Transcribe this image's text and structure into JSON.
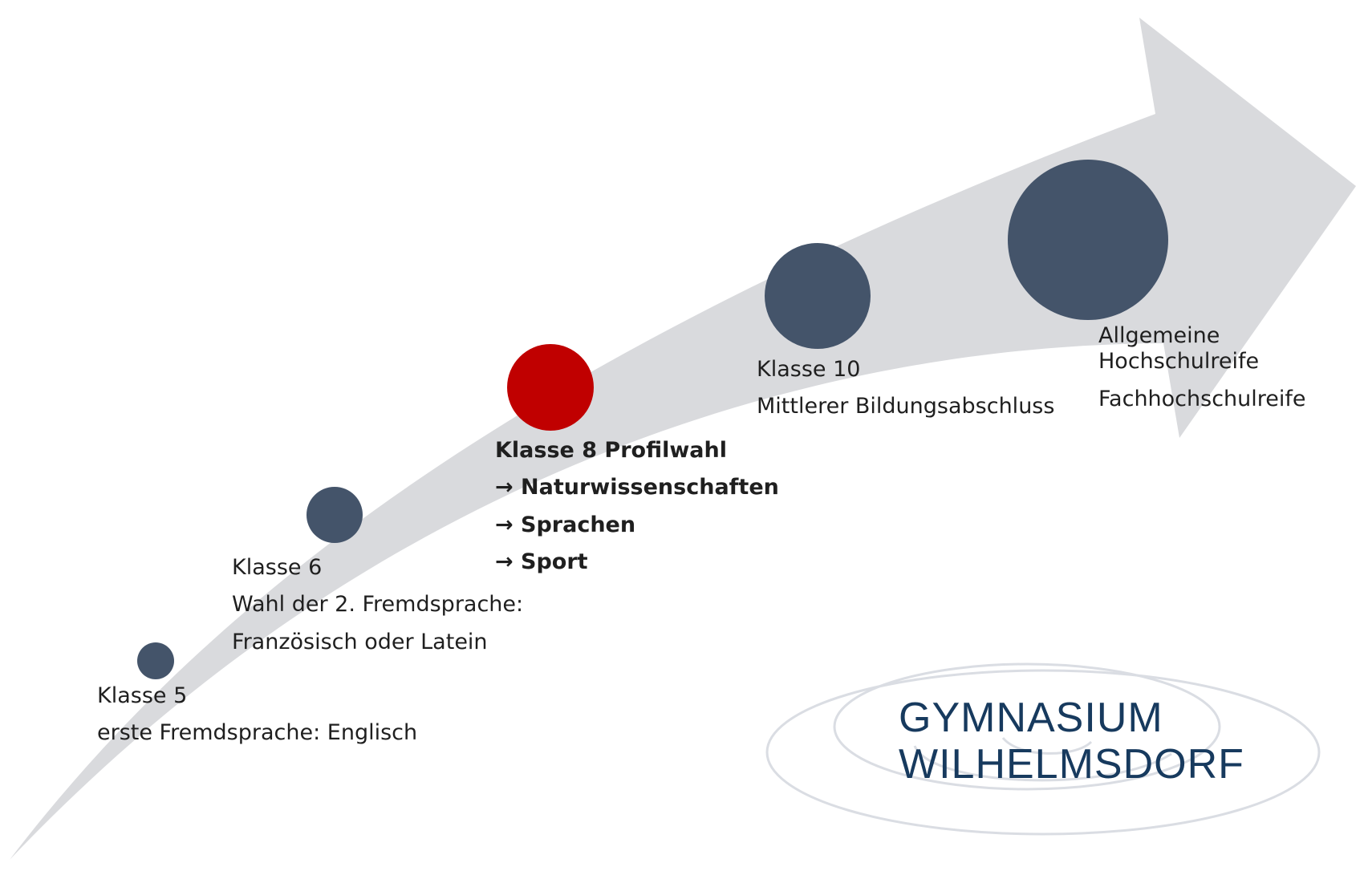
{
  "colors": {
    "arrow": "#d9dadd",
    "milestone": "#44546a",
    "highlight": "#c00000",
    "logo_text": "#173a5e",
    "logo_swirl": "#dadde3"
  },
  "milestones": [
    {
      "title": "Klasse 5",
      "lines": [
        "erste Fremdsprache: Englisch"
      ],
      "highlighted": false
    },
    {
      "title": "Klasse 6",
      "lines": [
        "Wahl der 2. Fremdsprache:",
        "Französisch oder Latein"
      ],
      "highlighted": false
    },
    {
      "title": "Klasse 8 Profilwahl",
      "lines": [
        "→ Naturwissenschaften",
        "→ Sprachen",
        "→ Sport"
      ],
      "highlighted": true
    },
    {
      "title": "Klasse 10",
      "lines": [
        "Mittlerer Bildungsabschluss"
      ],
      "highlighted": false
    },
    {
      "title": "Allgemeine",
      "title_line2": "Hochschulreife",
      "lines": [
        "Fachhochschulreife"
      ],
      "highlighted": false
    }
  ],
  "logo": {
    "line1": "GYMNASIUM",
    "line2": "WILHELMSDORF"
  }
}
